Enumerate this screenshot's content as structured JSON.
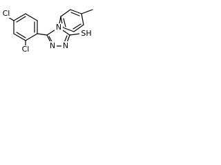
{
  "molecule": {
    "atoms": {
      "cl_top": "Cl",
      "cl_bottom": "Cl",
      "n_top": "N",
      "n_bottom_left": "N",
      "n_bottom_right": "N",
      "sh": "SH"
    }
  }
}
